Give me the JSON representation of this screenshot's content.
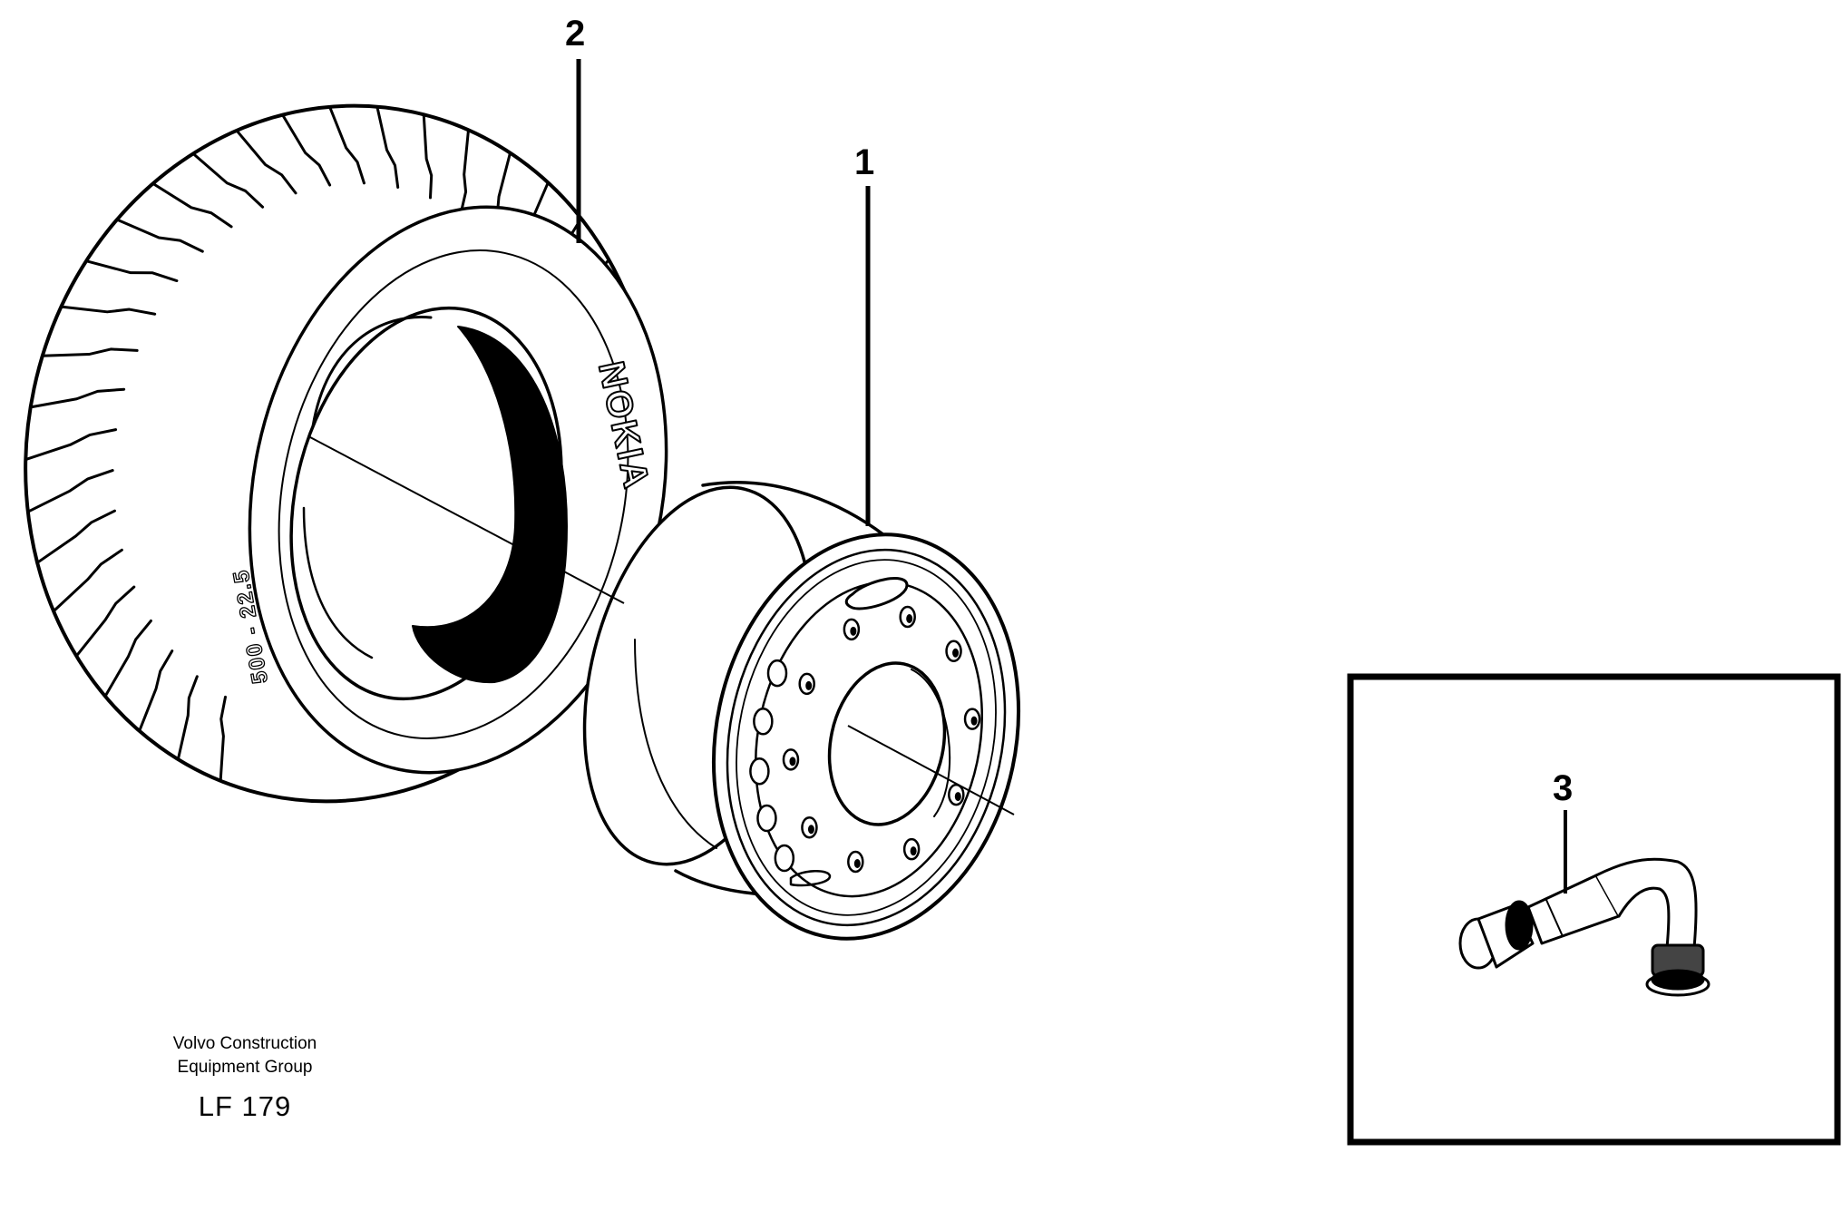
{
  "diagram": {
    "callouts": {
      "rim": "1",
      "tire": "2",
      "valve": "3"
    },
    "tire_brand": "NOKIA",
    "tire_size": "500 - 22.5"
  },
  "footer": {
    "company_line1": "Volvo Construction",
    "company_line2": "Equipment Group",
    "figure_code": "LF 179"
  },
  "colors": {
    "ink": "#000000",
    "paper": "#ffffff"
  }
}
